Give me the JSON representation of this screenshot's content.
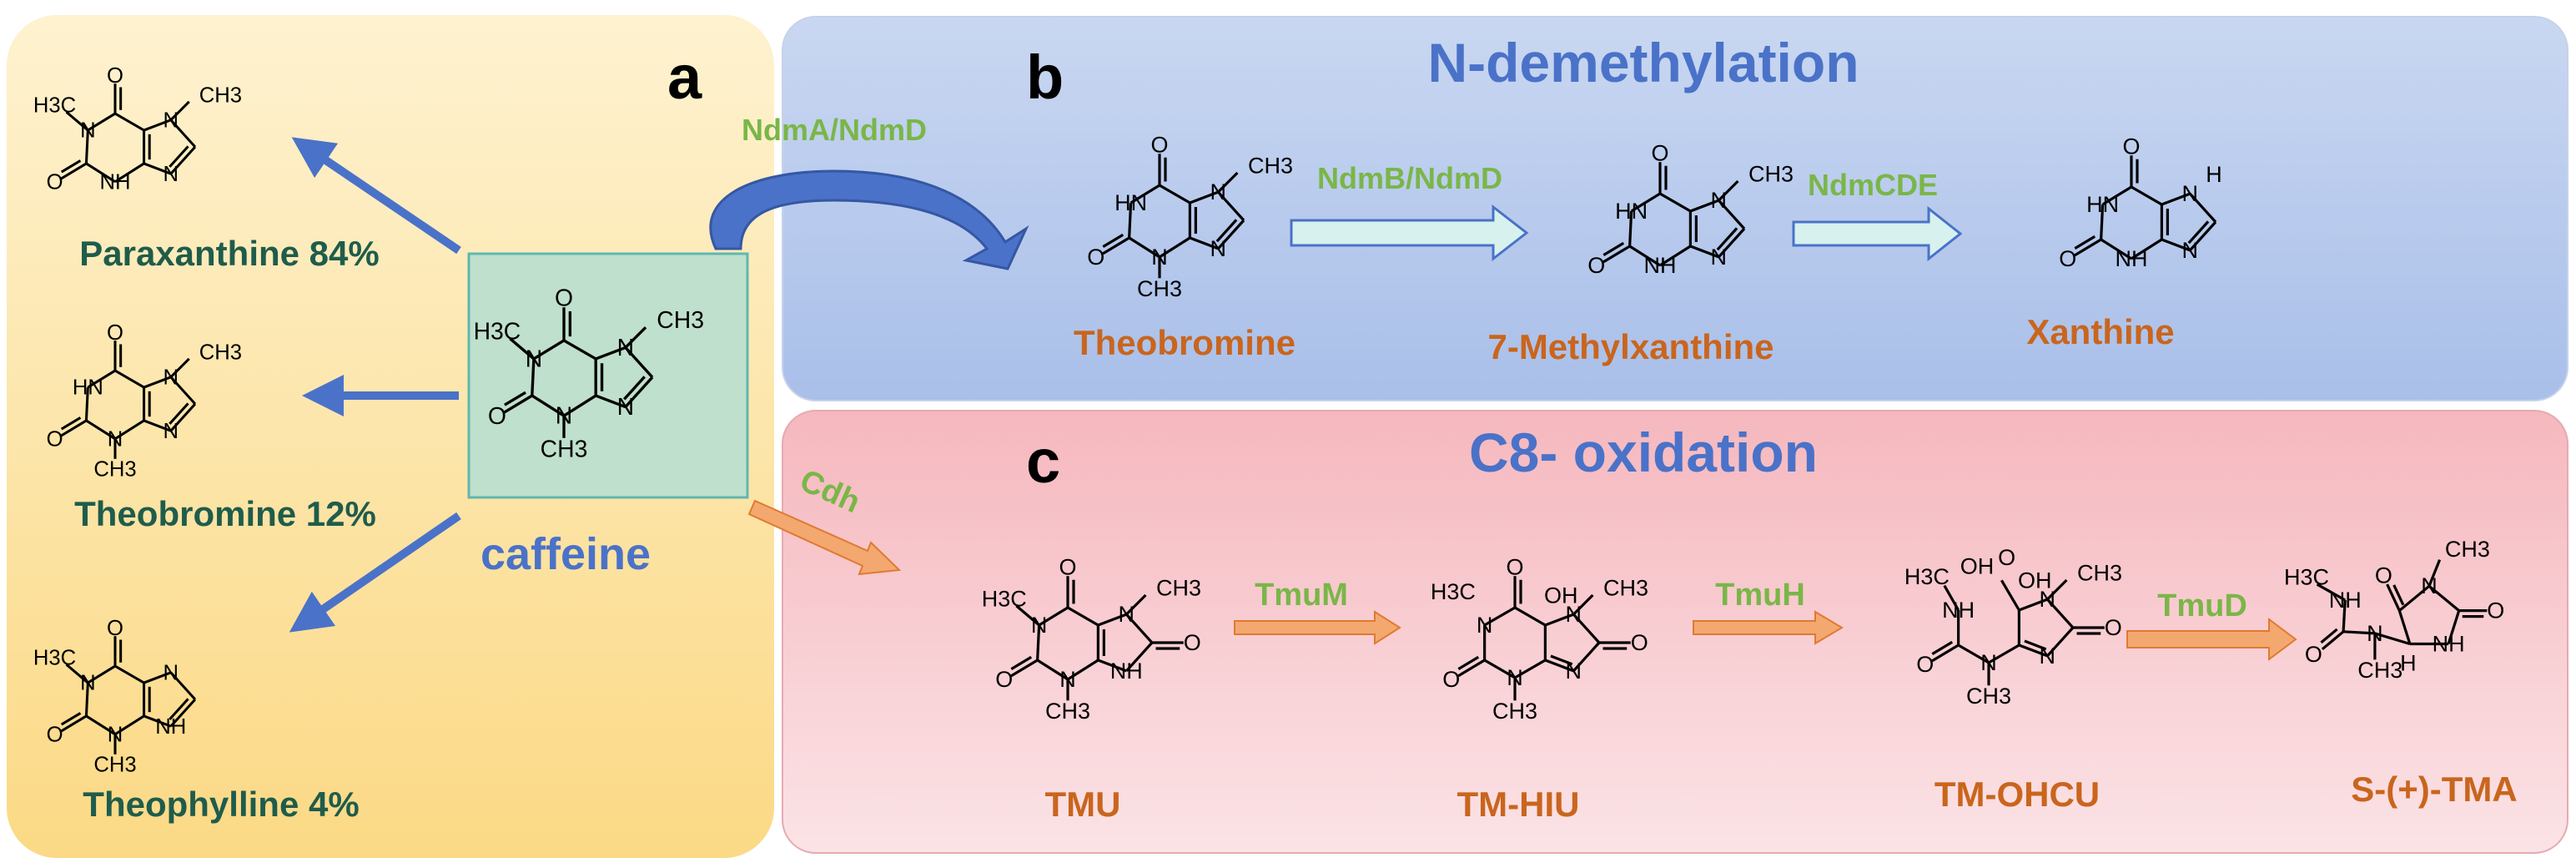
{
  "panels": {
    "a": {
      "letter": "a",
      "products": [
        {
          "label": "Paraxanthine 84%",
          "atoms": {
            "r1": "CH3",
            "r3": "H",
            "r7": "CH3",
            "n9": "N"
          }
        },
        {
          "label": "Theobromine 12%",
          "atoms": {
            "r1": "H",
            "r3": "CH3",
            "r7": "CH3",
            "n9": "N"
          }
        },
        {
          "label": "Theophylline 4%",
          "atoms": {
            "r1": "CH3",
            "r3": "CH3",
            "r7": "",
            "n9": "NH"
          }
        }
      ],
      "substrate": {
        "label": "caffeine",
        "atoms": {
          "r1": "CH3",
          "r3": "CH3",
          "r7": "CH3",
          "n9": "N"
        }
      }
    },
    "b": {
      "letter": "b",
      "title": "N-demethylation",
      "entry_enzyme": "NdmA/NdmD",
      "enzymes": [
        "NdmB/NdmD",
        "NdmCDE"
      ],
      "compounds": [
        {
          "label": "Theobromine",
          "atoms": {
            "r1": "H",
            "r3": "CH3",
            "r7": "CH3",
            "n9": "N"
          }
        },
        {
          "label": "7-Methylxanthine",
          "atoms": {
            "r1": "H",
            "r3": "H",
            "r7": "CH3",
            "n9": "N"
          }
        },
        {
          "label": "Xanthine",
          "atoms": {
            "r1": "H",
            "r3": "H",
            "r7": "H",
            "n9": "N"
          }
        }
      ]
    },
    "c": {
      "letter": "c",
      "title": "C8- oxidation",
      "entry_enzyme": "Cdh",
      "enzymes": [
        "TmuM",
        "TmuH",
        "TmuD"
      ],
      "compounds": [
        {
          "label": "TMU",
          "atoms": {
            "r1": "CH3",
            "r3": "CH3",
            "r7": "CH3",
            "n9": "NH"
          }
        },
        {
          "label": "TM-HIU",
          "atoms": {
            "r1": "CH3",
            "r3": "CH3",
            "r7": "CH3",
            "oh": "OH",
            "n9": "N"
          }
        },
        {
          "label": "TM-OHCU",
          "atoms": {
            "r1": "CH3",
            "r3": "CH3",
            "r7": "CH3",
            "oh": "OH",
            "oh2": "OH",
            "n9": "N"
          }
        },
        {
          "label": "S-(+)-TMA",
          "atoms": {
            "r1": "CH3",
            "r3": "CH3",
            "r7": "CH3",
            "n9": "NH"
          }
        }
      ]
    }
  },
  "colors": {
    "panel_a_fill": "#fbd985",
    "panel_b_fill": "#b3c6ea",
    "panel_c_fill": "#f6c4c9",
    "caffeine_box": "#bfe0cc",
    "title_blue": "#4a72c8",
    "product_green": "#1f5c4b",
    "compound_orange": "#c9651d",
    "enzyme_green": "#7ab648",
    "arrow_blue": "#4a72c8",
    "arrow_light": "#d7f1ee",
    "arrow_orange": "#f3a870"
  }
}
